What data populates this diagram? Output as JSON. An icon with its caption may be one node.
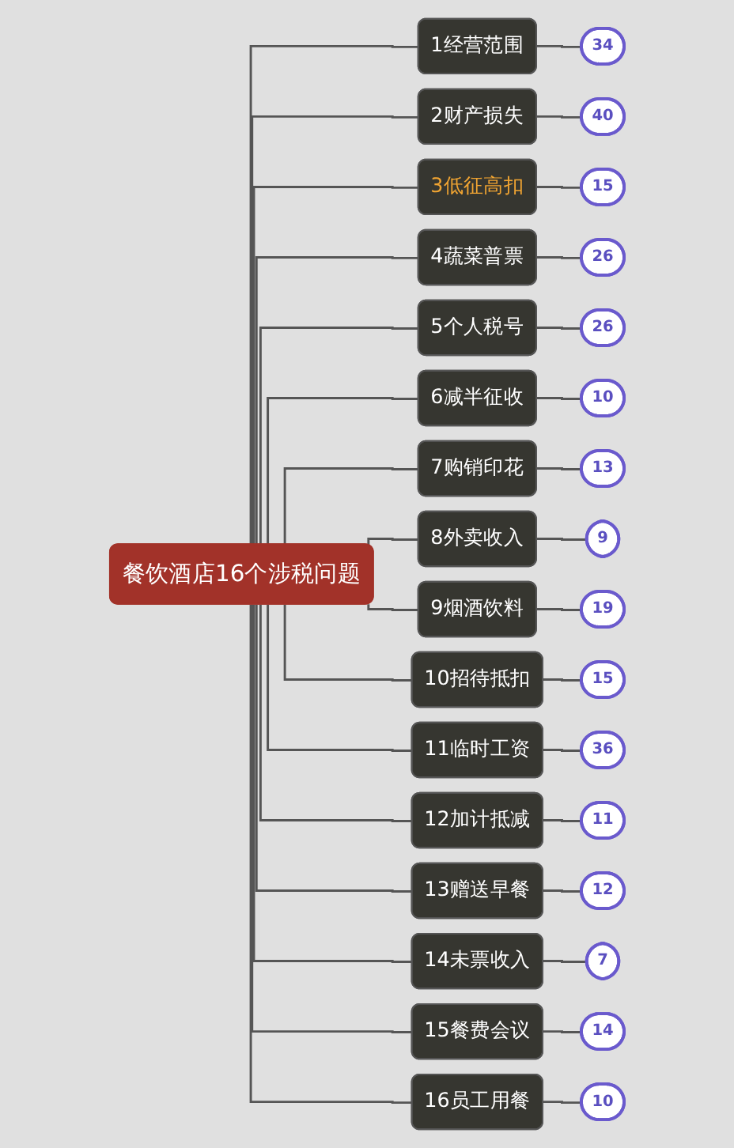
{
  "diagram": {
    "nodes": [
      {
        "text": [
          "餐饮酒店16个涉税问题"
        ]
      },
      {
        "text": [
          "1经营范围"
        ]
      },
      {
        "text": [
          "34"
        ]
      },
      {
        "text": [
          "2财产损失"
        ]
      },
      {
        "text": [
          "40"
        ]
      },
      {
        "text": [
          "3低征高扣"
        ]
      },
      {
        "text": [
          "15"
        ]
      },
      {
        "text": [
          "4蔬菜普票"
        ]
      },
      {
        "text": [
          "26"
        ]
      },
      {
        "text": [
          "5个人税号"
        ]
      },
      {
        "text": [
          "26"
        ]
      },
      {
        "text": [
          "6减半征收"
        ]
      },
      {
        "text": [
          "10"
        ]
      },
      {
        "text": [
          "7购销印花"
        ]
      },
      {
        "text": [
          "13"
        ]
      },
      {
        "text": [
          "8外卖收入"
        ]
      },
      {
        "text": [
          "9"
        ]
      },
      {
        "text": [
          "9烟酒饮料"
        ]
      },
      {
        "text": [
          "19"
        ]
      },
      {
        "text": [
          "10招待抵扣"
        ]
      },
      {
        "text": [
          "15"
        ]
      },
      {
        "text": [
          "11临时工资"
        ]
      },
      {
        "text": [
          "36"
        ]
      },
      {
        "text": [
          "12加计抵减"
        ]
      },
      {
        "text": [
          "11"
        ]
      },
      {
        "text": [
          "13赠送早餐"
        ]
      },
      {
        "text": [
          "12"
        ]
      },
      {
        "text": [
          "14未票收入"
        ]
      },
      {
        "text": [
          "7"
        ]
      },
      {
        "text": [
          "15餐费会议"
        ]
      },
      {
        "text": [
          "14"
        ]
      },
      {
        "text": [
          "16员工用餐"
        ]
      },
      {
        "text": [
          "10"
        ]
      }
    ],
    "edges": [
      {
        "from": 0,
        "to": 1,
        "arrow": "none"
      },
      {
        "from": 1,
        "to": 2,
        "arrow": "none"
      },
      {
        "from": 0,
        "to": 3,
        "arrow": "none"
      },
      {
        "from": 3,
        "to": 4,
        "arrow": "none"
      },
      {
        "from": 0,
        "to": 5,
        "arrow": "none"
      },
      {
        "from": 5,
        "to": 6,
        "arrow": "none"
      },
      {
        "from": 0,
        "to": 7,
        "arrow": "none"
      },
      {
        "from": 7,
        "to": 8,
        "arrow": "none"
      },
      {
        "from": 0,
        "to": 9,
        "arrow": "none"
      },
      {
        "from": 9,
        "to": 10,
        "arrow": "none"
      },
      {
        "from": 0,
        "to": 11,
        "arrow": "none"
      },
      {
        "from": 11,
        "to": 12,
        "arrow": "none"
      },
      {
        "from": 0,
        "to": 13,
        "arrow": "none"
      },
      {
        "from": 13,
        "to": 14,
        "arrow": "none"
      },
      {
        "from": 0,
        "to": 15,
        "arrow": "none"
      },
      {
        "from": 15,
        "to": 16,
        "arrow": "none"
      },
      {
        "from": 0,
        "to": 17,
        "arrow": "none"
      },
      {
        "from": 17,
        "to": 18,
        "arrow": "none"
      },
      {
        "from": 0,
        "to": 19,
        "arrow": "none"
      },
      {
        "from": 19,
        "to": 20,
        "arrow": "none"
      },
      {
        "from": 0,
        "to": 21,
        "arrow": "none"
      },
      {
        "from": 21,
        "to": 22,
        "arrow": "none"
      },
      {
        "from": 0,
        "to": 23,
        "arrow": "none"
      },
      {
        "from": 23,
        "to": 24,
        "arrow": "none"
      },
      {
        "from": 0,
        "to": 25,
        "arrow": "none"
      },
      {
        "from": 25,
        "to": 26,
        "arrow": "none"
      },
      {
        "from": 0,
        "to": 27,
        "arrow": "none"
      },
      {
        "from": 27,
        "to": 28,
        "arrow": "none"
      },
      {
        "from": 0,
        "to": 29,
        "arrow": "none"
      },
      {
        "from": 29,
        "to": 30,
        "arrow": "none"
      },
      {
        "from": 0,
        "to": 31,
        "arrow": "none"
      },
      {
        "from": 31,
        "to": 32,
        "arrow": "none"
      }
    ]
  }
}
